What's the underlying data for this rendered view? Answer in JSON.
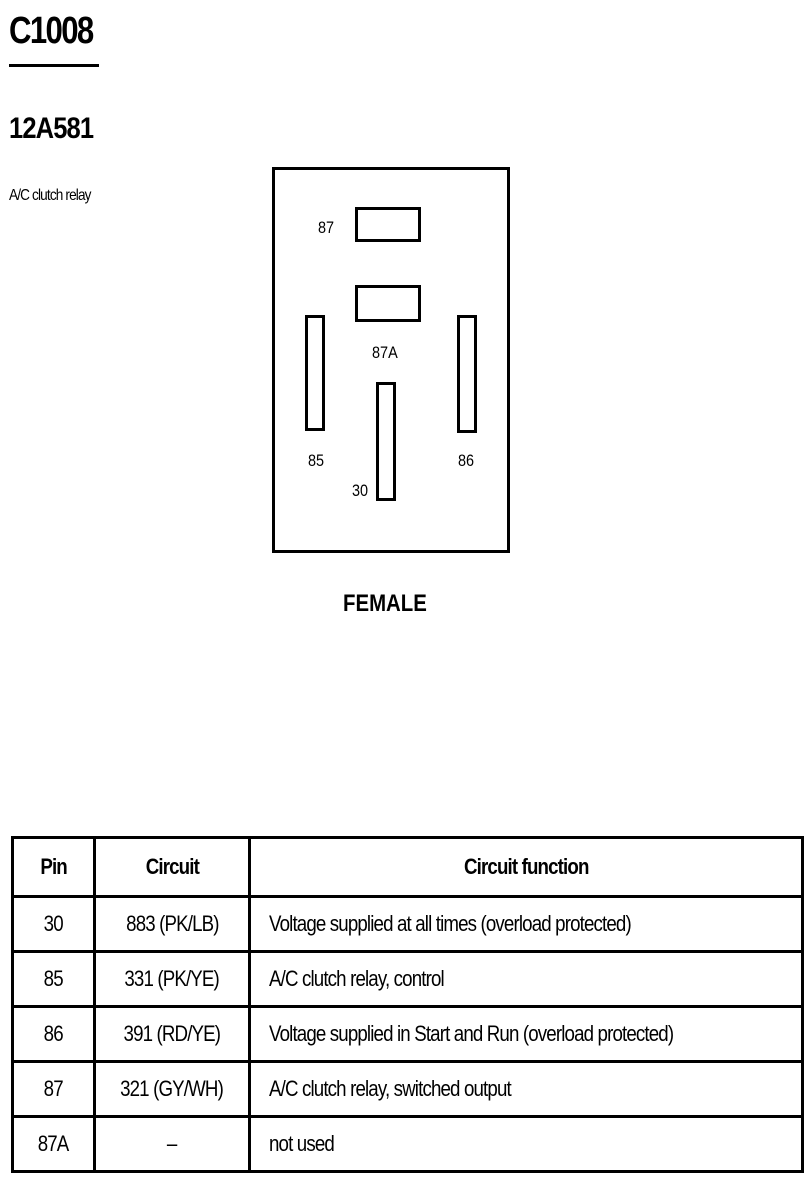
{
  "header": {
    "connector_id": "C1008",
    "part_number": "12A581",
    "description": "A/C clutch relay"
  },
  "connector": {
    "pin_labels": {
      "p87": "87",
      "p87a": "87A",
      "p85": "85",
      "p86": "86",
      "p30": "30"
    },
    "gender": "FEMALE"
  },
  "table": {
    "headers": {
      "pin": "Pin",
      "circuit": "Circuit",
      "function": "Circuit function"
    },
    "rows": [
      {
        "pin": "30",
        "circuit": "883 (PK/LB)",
        "function": "Voltage supplied at all times (overload protected)"
      },
      {
        "pin": "85",
        "circuit": "331 (PK/YE)",
        "function": "A/C clutch relay, control"
      },
      {
        "pin": "86",
        "circuit": "391 (RD/YE)",
        "function": "Voltage supplied in Start and Run (overload protected)"
      },
      {
        "pin": "87",
        "circuit": "321 (GY/WH)",
        "function": "A/C clutch relay, switched output"
      },
      {
        "pin": "87A",
        "circuit": "–",
        "function": "not used"
      }
    ]
  }
}
